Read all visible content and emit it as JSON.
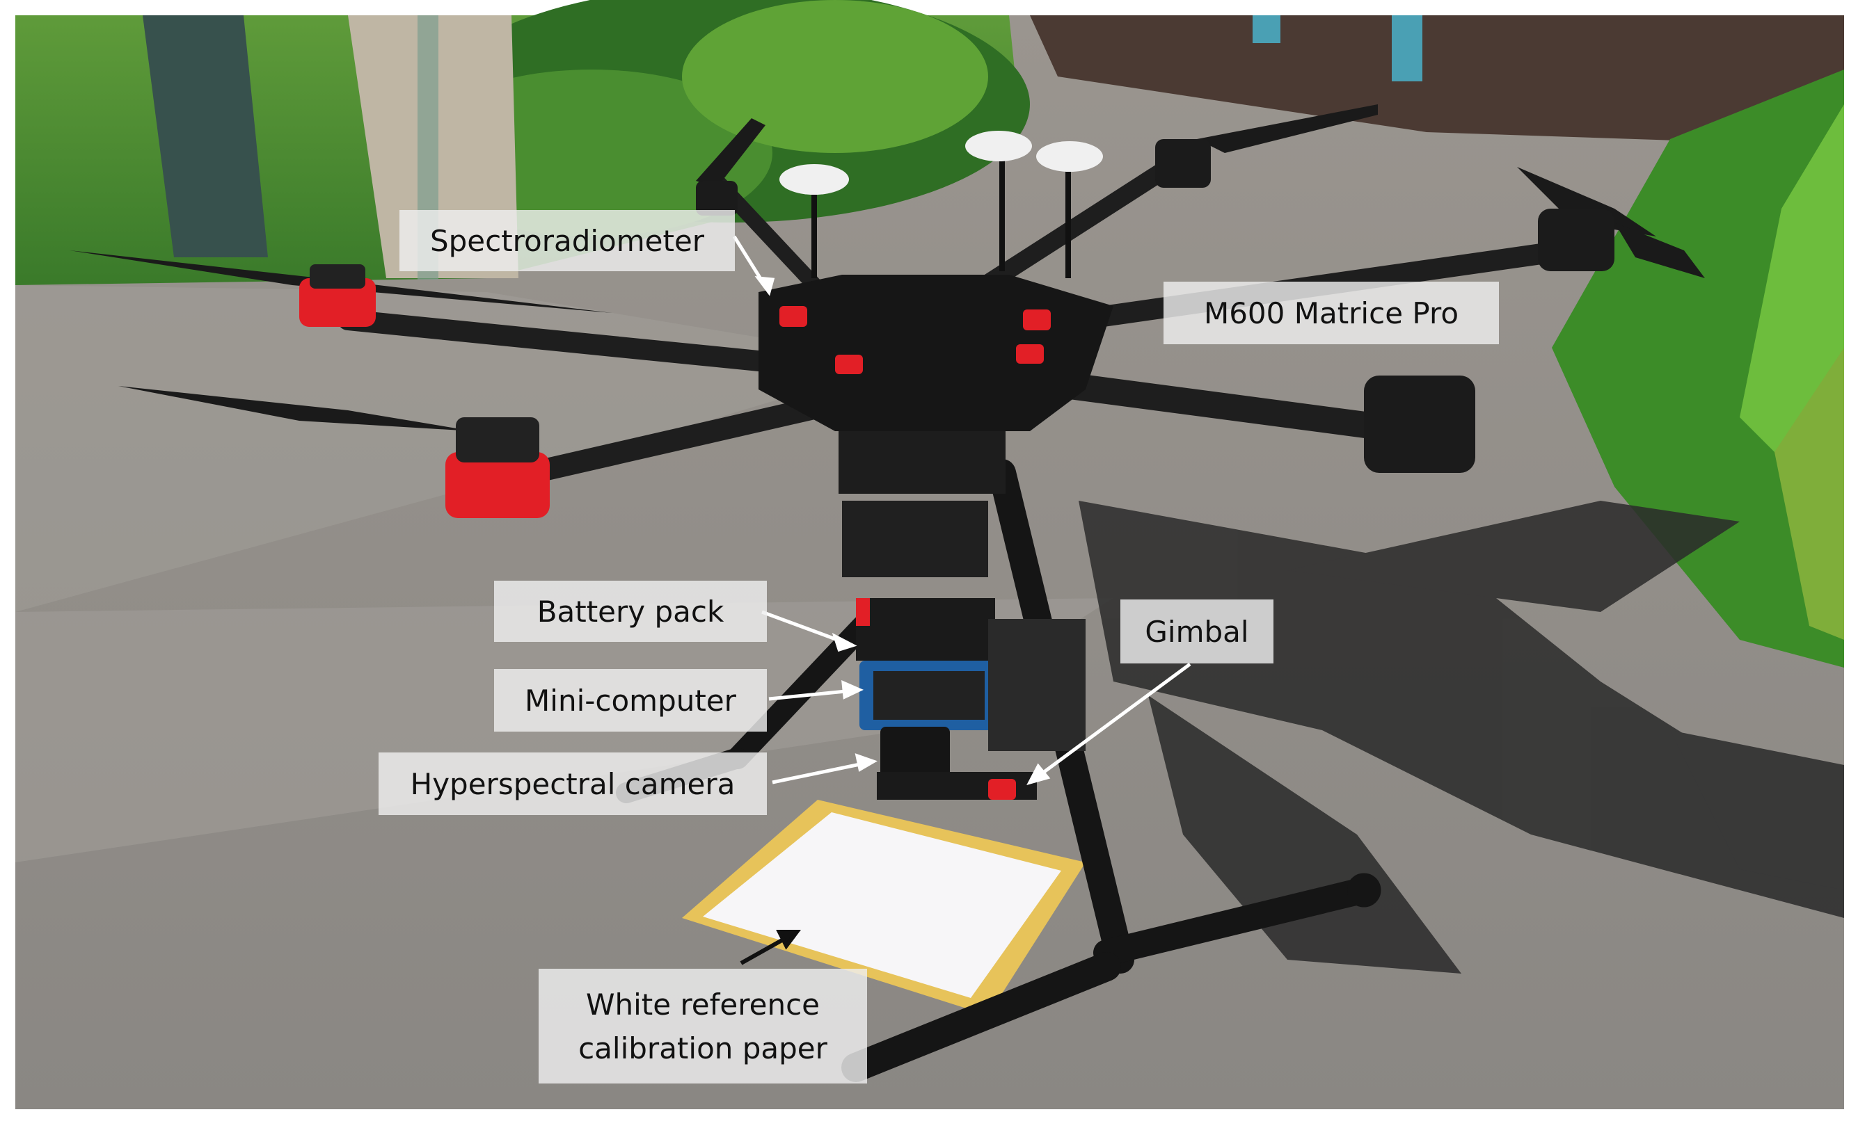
{
  "labels": {
    "spectroradiometer": "Spectroradiometer",
    "m600": "M600 Matrice Pro",
    "battery": "Battery pack",
    "minicomputer": "Mini-computer",
    "gimbal": "Gimbal",
    "hyperspectral": "Hyperspectral camera",
    "white_ref_line1": "White reference",
    "white_ref_line2": "calibration paper"
  },
  "colors": {
    "ground": "#8d8a86",
    "foliage": "#3f8a2f",
    "drone_body": "#1c1c1c",
    "motor_accent": "#e21f26",
    "paper_frame": "#e7c35a",
    "label_bg": "#eeeeee"
  }
}
